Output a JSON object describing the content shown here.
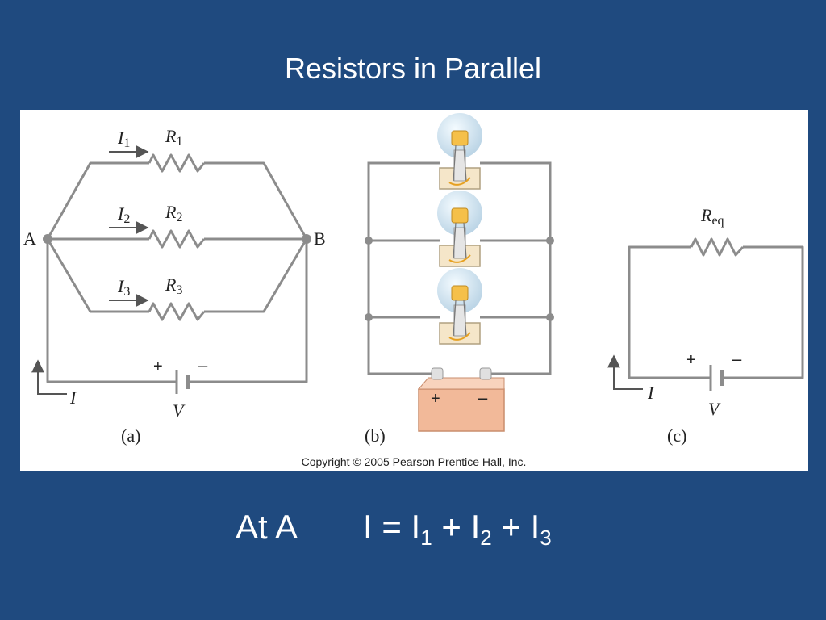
{
  "slide": {
    "title": "Resistors in Parallel"
  },
  "figure": {
    "copyright": "Copyright © 2005 Pearson Prentice Hall, Inc.",
    "panel_a": {
      "caption": "(a)",
      "node_a": "A",
      "node_b": "B",
      "currents": [
        {
          "symbol": "I",
          "sub": "1"
        },
        {
          "symbol": "I",
          "sub": "2"
        },
        {
          "symbol": "I",
          "sub": "3"
        }
      ],
      "resistors": [
        {
          "symbol": "R",
          "sub": "1"
        },
        {
          "symbol": "R",
          "sub": "2"
        },
        {
          "symbol": "R",
          "sub": "3"
        }
      ],
      "total_current": "I",
      "battery_voltage": "V",
      "plus": "+",
      "minus": "–"
    },
    "panel_b": {
      "caption": "(b)",
      "plus": "+",
      "minus": "–"
    },
    "panel_c": {
      "caption": "(c)",
      "resistor": {
        "symbol": "R",
        "sub": "eq"
      },
      "total_current": "I",
      "battery_voltage": "V",
      "plus": "+",
      "minus": "–"
    }
  },
  "equation": {
    "location": "At A",
    "lhs": "I",
    "equals": "=",
    "terms": [
      {
        "symbol": "I",
        "sub": "1"
      },
      {
        "symbol": "I",
        "sub": "2"
      },
      {
        "symbol": "I",
        "sub": "3"
      }
    ],
    "plus": "+"
  },
  "colors": {
    "background": "#1f4a7f",
    "wire": "#8c8c8c",
    "battery_body": "#f2b999"
  }
}
